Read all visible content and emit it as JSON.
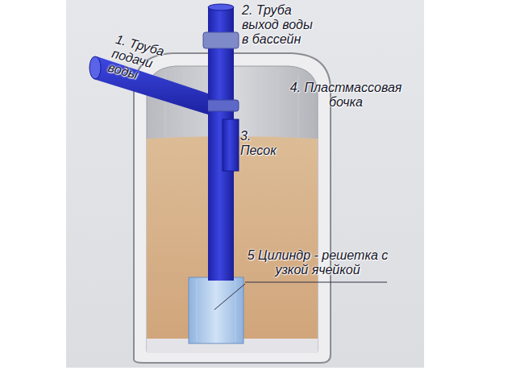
{
  "diagram": {
    "labels": [
      "1. Труба подачи воды",
      "2. Труба выход воды в бассейн",
      "4. Пластмассовая бочка",
      "3. Песок",
      "5 Цилиндр - решетка с узкой ячейкой"
    ]
  }
}
